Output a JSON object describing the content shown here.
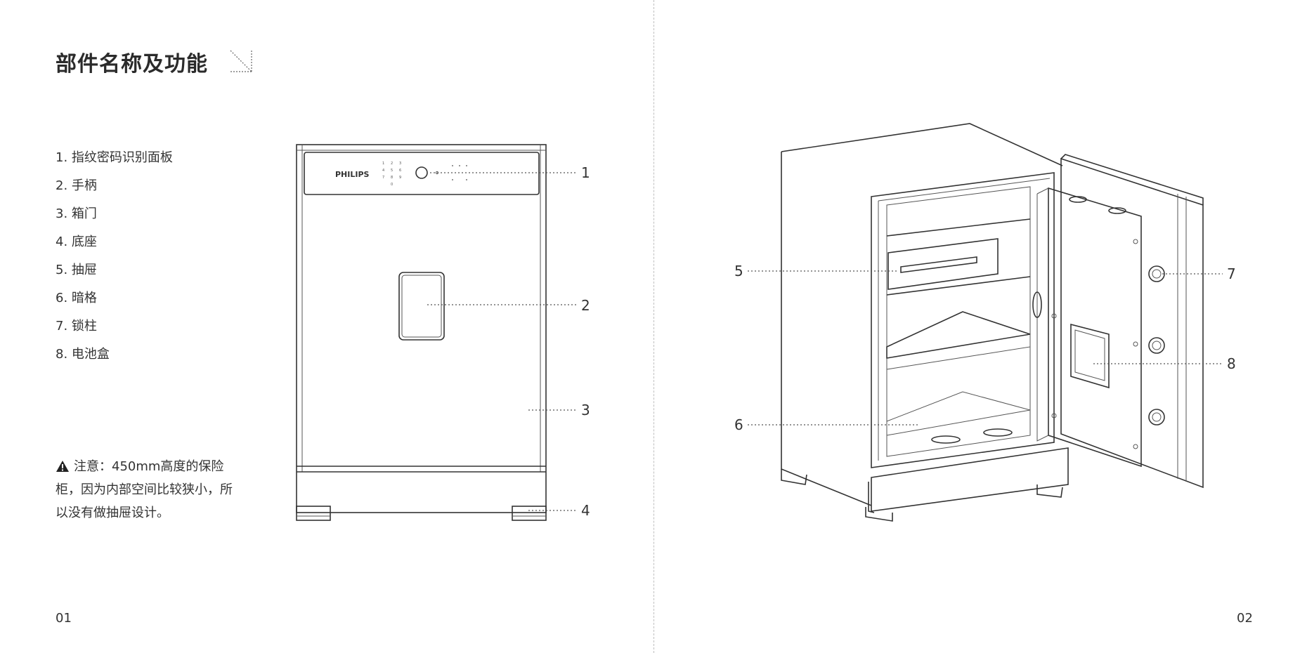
{
  "left_page": {
    "title": "部件名称及功能",
    "parts": [
      "1. 指纹密码识别面板",
      "2. 手柄",
      "3. 箱门",
      "4. 底座",
      "5. 抽屉",
      "6. 暗格",
      "7. 锁柱",
      "8. 电池盒"
    ],
    "note": "注意：450mm高度的保险柜，因为内部空间比较狭小，所以没有做抽屉设计。",
    "note_icon": "warning-icon",
    "page_number": "01"
  },
  "front_diagram": {
    "brand": "PHILIPS",
    "keypad_digits": [
      "1",
      "2",
      "3",
      "4",
      "5",
      "6",
      "7",
      "8",
      "9",
      "0"
    ],
    "callouts": [
      "1",
      "2",
      "3",
      "4"
    ]
  },
  "open_diagram": {
    "callouts": [
      "5",
      "6",
      "7",
      "8"
    ]
  },
  "right_page": {
    "page_number": "02"
  }
}
